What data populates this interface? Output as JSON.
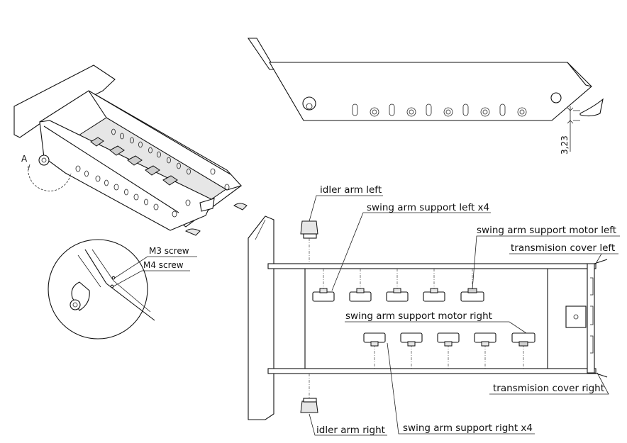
{
  "labels": {
    "detail_letter": "A",
    "m3_screw": "M3 screw",
    "m4_screw": "M4 screw",
    "idler_arm_left": "idler arm left",
    "idler_arm_right": "idler arm right",
    "swing_arm_support_left": "swing arm support left x4",
    "swing_arm_support_right": "swing arm support right x4",
    "swing_arm_support_motor_left": "swing arm support motor left",
    "swing_arm_support_motor_right": "swing arm support motor right",
    "transmision_cover_left": "transmision cover left",
    "transmision_cover_right": "transmision cover right",
    "dimension": "3,23"
  },
  "colors": {
    "line": "#111111",
    "background": "#ffffff"
  }
}
